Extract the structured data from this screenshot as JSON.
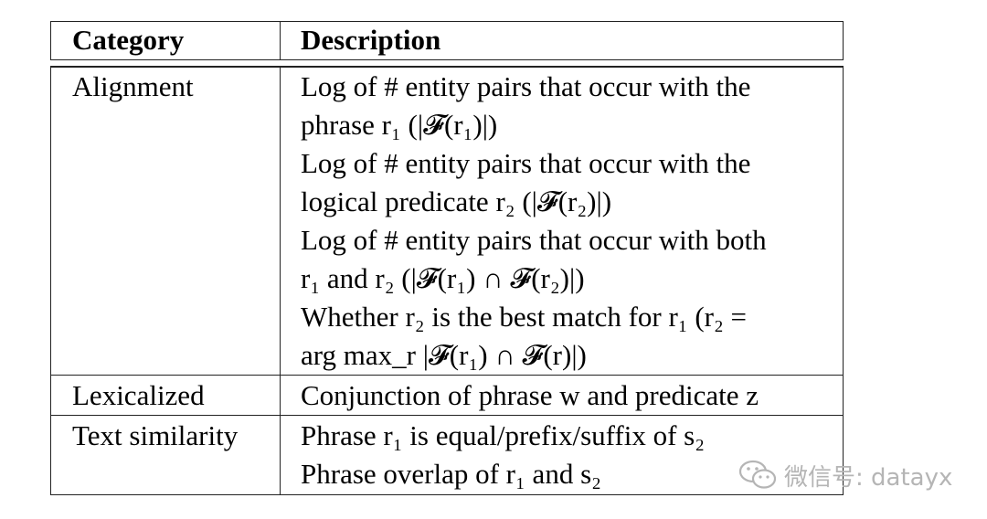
{
  "table": {
    "headers": [
      "Category",
      "Description"
    ],
    "rows": [
      {
        "category": "Alignment",
        "lines": [
          "Log of # entity pairs that occur with the",
          "phrase r₁ (|𝓕(r₁)|)",
          "Log of # entity pairs that occur with the",
          "logical predicate r₂ (|𝓕(r₂)|)",
          "Log of # entity pairs that occur with both",
          "r₁ and r₂ (|𝓕(r₁) ∩ 𝓕(r₂)|)",
          "Whether r₂ is the best match for r₁ (r₂ =",
          "arg max_r |𝓕(r₁) ∩ 𝓕(r)|)"
        ]
      },
      {
        "category": "Lexicalized",
        "lines": [
          "Conjunction of phrase w and predicate z"
        ]
      },
      {
        "category": "Text similarity",
        "lines": [
          "Phrase r₁ is equal/prefix/suffix of s₂",
          "Phrase overlap of r₁ and s₂"
        ]
      }
    ]
  },
  "watermark": {
    "text": "微信号: datayx",
    "icon": "wechat-icon",
    "color": "#b5b5b5"
  }
}
